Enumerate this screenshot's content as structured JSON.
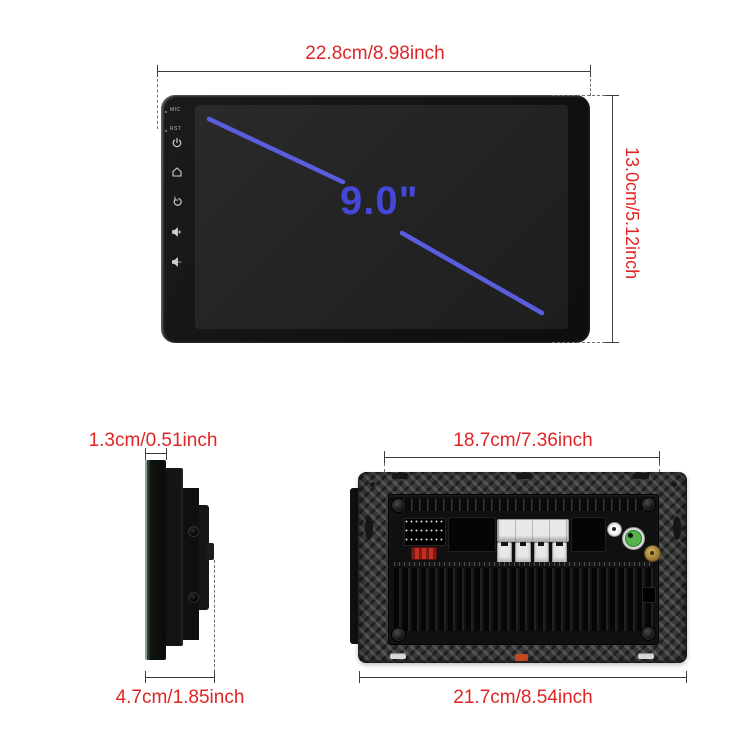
{
  "colors": {
    "dimension_text": "#e02424",
    "screen_size_text": "#4448d8",
    "diagonal_line": "#5a5ede",
    "device_body": "#141414",
    "carbon_frame": "#383838"
  },
  "front_view": {
    "width_label": "22.8cm/8.98inch",
    "height_label": "13.0cm/5.12inch",
    "screen_size_label": "9.0\"",
    "panel": {
      "mic_label": "MIC",
      "rst_label": "RST",
      "icons": [
        "power-icon",
        "home-icon",
        "return-icon",
        "volume-up-icon",
        "volume-down-icon"
      ]
    }
  },
  "side_view": {
    "thickness_label": "1.3cm/0.51inch",
    "depth_label": "4.7cm/1.85inch"
  },
  "back_view": {
    "mount_width_label": "18.7cm/7.36inch",
    "overall_width_label": "21.7cm/8.54inch"
  }
}
